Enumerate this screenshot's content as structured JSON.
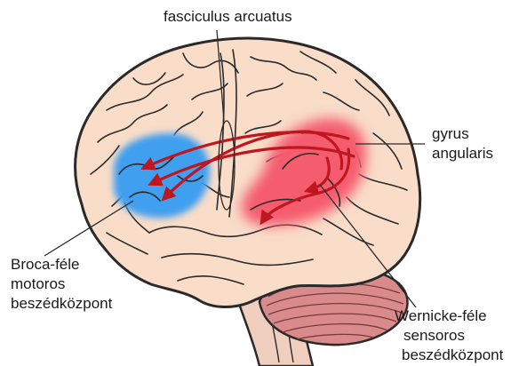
{
  "labels": {
    "fasciculus": "fasciculus arcuatus",
    "gyrus_line1": "gyrus",
    "gyrus_line2": "angularis",
    "broca_line1": "Broca-féle",
    "broca_line2": "motoros",
    "broca_line3": "beszédközpont",
    "wernicke_line1": "Wernicke-féle",
    "wernicke_line2": "sensoros",
    "wernicke_line3": "beszédközpont"
  },
  "colors": {
    "cortex": "#f9ddc9",
    "outline": "#2a2a2a",
    "broca_area": "#3f9fef",
    "wernicke_area": "#f55b6e",
    "arrow": "#c0161f",
    "cerebellum": "#d78787",
    "brainstem": "#f0cfbf"
  }
}
